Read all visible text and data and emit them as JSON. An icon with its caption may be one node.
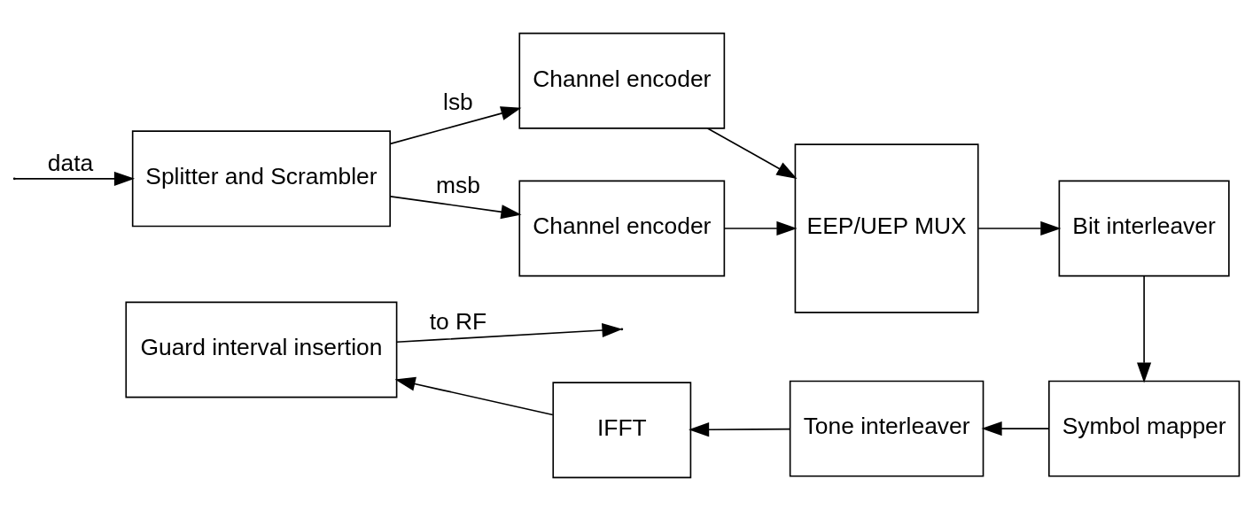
{
  "diagram": {
    "nodes": [
      {
        "text": [
          "Splitter and Scrambler"
        ]
      },
      {
        "text": [
          "Channel encoder"
        ]
      },
      {
        "text": [
          "Channel encoder"
        ]
      },
      {
        "text": [
          "EEP/UEP MUX"
        ]
      },
      {
        "text": [
          "Bit interleaver"
        ]
      },
      {
        "text": [
          "Symbol mapper"
        ]
      },
      {
        "text": [
          "Tone interleaver"
        ]
      },
      {
        "text": [
          "IFFT"
        ]
      },
      {
        "text": [
          "Guard interval insertion"
        ]
      }
    ],
    "edges": [
      {
        "from": null,
        "to": 0,
        "arrow": "to",
        "label": "data"
      },
      {
        "from": 0,
        "to": 1,
        "arrow": "to",
        "label": "msb"
      },
      {
        "from": 0,
        "to": 2,
        "arrow": "to",
        "label": "lsb"
      },
      {
        "from": 1,
        "to": 3,
        "arrow": "to"
      },
      {
        "from": 2,
        "to": 3,
        "arrow": "to"
      },
      {
        "from": 3,
        "to": 4,
        "arrow": "to"
      },
      {
        "from": 4,
        "to": 5,
        "arrow": "to"
      },
      {
        "from": 5,
        "to": 6,
        "arrow": "to"
      },
      {
        "from": 6,
        "to": 7,
        "arrow": "to"
      },
      {
        "from": 7,
        "to": 8,
        "arrow": "to"
      },
      {
        "from": 8,
        "to": null,
        "arrow": "to",
        "label": "to RF"
      }
    ]
  }
}
